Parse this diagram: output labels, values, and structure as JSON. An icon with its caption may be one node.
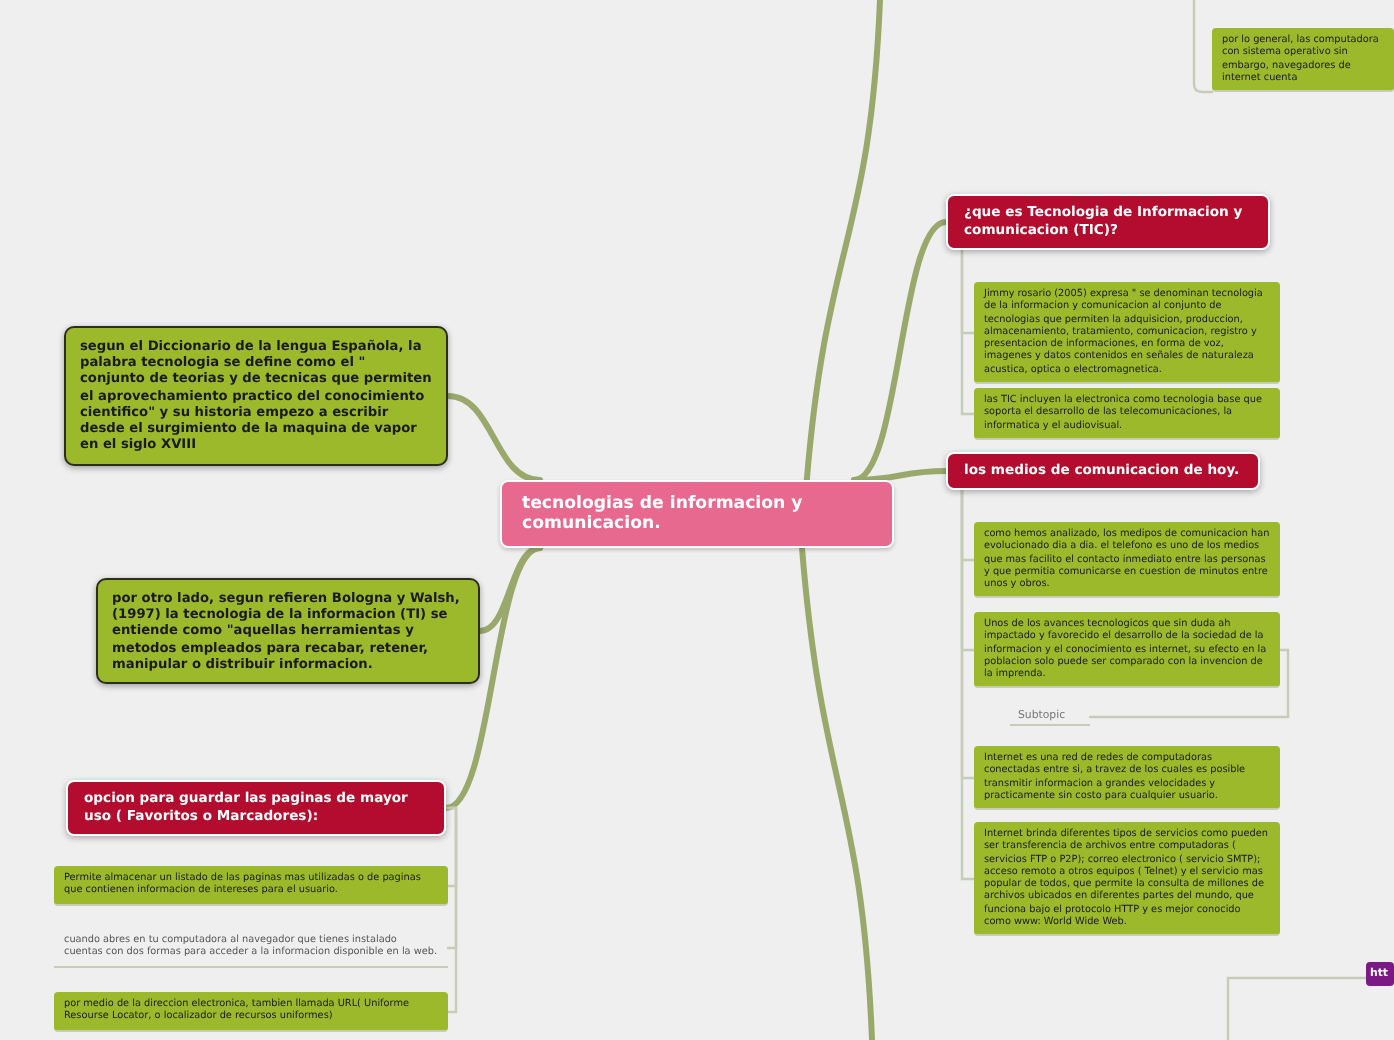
{
  "diagram": {
    "nodes": [
      {
        "text": [
          "tecnologias de informacion y comunicacion."
        ]
      },
      {
        "text": [
          "segun el Diccionario de la lengua Española, la palabra tecnologia se define como el \" conjunto de teorias y de tecnicas que permiten el aprovechamiento practico del conocimiento cientifico\" y su historia empezo a escribir desde el surgimiento de la maquina de vapor en el siglo XVIII"
        ]
      },
      {
        "text": [
          "por otro lado, segun refieren Bologna y Walsh, (1997) la tecnologia de la informacion (TI) se entiende como \"aquellas  herramientas y metodos empleados para recabar, retener, manipular o distribuir informacion."
        ]
      },
      {
        "text": [
          "opcion para guardar las paginas  de mayor uso ( Favoritos o Marcadores):"
        ]
      },
      {
        "text": [
          "Permite almacenar un listado de las paginas mas utilizadas o de paginas que contienen informacion de intereses para el usuario."
        ]
      },
      {
        "text": [
          "cuando abres en tu computadora  al navegador que tienes instalado cuentas con dos formas para acceder a la informacion disponible en la web."
        ]
      },
      {
        "text": [
          "por medio de la direccion electronica, tambien llamada URL( Uniforme Resourse Locator, o localizador de recursos uniformes)"
        ]
      },
      {
        "text": [
          "por lo general, las computadora con sistema operativo sin embargo, navegadores de internet cuenta"
        ]
      },
      {
        "text": [
          "¿que es Tecnologia de Informacion y comunicacion (TIC)?"
        ]
      },
      {
        "text": [
          "Jimmy rosario (2005) expresa \" se denominan tecnologia de la informacion y comunicacion al conjunto de tecnologias que permiten la adquisicion, produccion, almacenamiento, tratamiento, comunicacion, registro y presentacion de informaciones, en forma de voz, imagenes y datos contenidos en señales de naturaleza acustica, optica o electromagnetica."
        ]
      },
      {
        "text": [
          "las TIC incluyen la electronica como tecnologia base que soporta el desarrollo de las telecomunicaciones, la informatica y el audiovisual."
        ]
      },
      {
        "text": [
          "los medios de comunicacion de hoy."
        ]
      },
      {
        "text": [
          "como hemos  analizado, los medipos de comunicacion han evolucionado dia a dia. el telefono es uno de los medios que mas facilito el contacto inmediato entre las personas y que permitia comunicarse en cuestion de minutos entre unos y obros."
        ]
      },
      {
        "text": [
          "Unos de los avances tecnologicos que sin duda ah impactado y favorecido el desarrollo de la sociedad de la informacion y el conocimiento es internet, su efecto en la poblacion solo puede ser comparado con la invencion de la imprenda."
        ]
      },
      {
        "text": [
          "Subtopic"
        ]
      },
      {
        "text": [
          "Internet  es una red de redes de computadoras conectadas entre si, a travez de los cuales es posible transmitir informacion a grandes velocidades y practicamente sin costo para cualquier usuario."
        ]
      },
      {
        "text": [
          "Internet  brinda  diferentes tipos de servicios como pueden ser transferencia de archivos entre computadoras ( servicios FTP o P2P); correo electronico ( servicio SMTP); acceso remoto a otros equipos ( Telnet) y el servicio mas popular de todos, que permite la consulta de millones de archivos ubicados en diferentes partes del mundo, que funciona bajo el protocolo HTTP y es mejor conocido como www: World Wide Web."
        ]
      },
      {
        "text": [
          "htt"
        ]
      }
    ],
    "edges": [
      {
        "from": 0,
        "to": 1,
        "arrow": "none",
        "style": "thick",
        "color": "#9aa86c"
      },
      {
        "from": 0,
        "to": 2,
        "arrow": "none",
        "style": "thick",
        "color": "#9aa86c"
      },
      {
        "from": 0,
        "to": 3,
        "arrow": "none",
        "style": "thick",
        "color": "#9aa86c"
      },
      {
        "from": 0,
        "to": null,
        "arrow": "none",
        "style": "thick",
        "color": "#9aa86c"
      },
      {
        "from": 0,
        "to": 8,
        "arrow": "none",
        "style": "thick",
        "color": "#9aa86c"
      },
      {
        "from": 0,
        "to": 11,
        "arrow": "none",
        "style": "thick",
        "color": "#9aa86c"
      },
      {
        "from": 0,
        "to": null,
        "arrow": "none",
        "style": "thick",
        "color": "#9aa86c"
      },
      {
        "from": 3,
        "to": 4,
        "arrow": "none"
      },
      {
        "from": 3,
        "to": 5,
        "arrow": "none"
      },
      {
        "from": 3,
        "to": 6,
        "arrow": "none"
      },
      {
        "from": null,
        "to": 7,
        "arrow": "none"
      },
      {
        "from": 8,
        "to": 9,
        "arrow": "none"
      },
      {
        "from": 8,
        "to": 10,
        "arrow": "none"
      },
      {
        "from": 11,
        "to": 12,
        "arrow": "none"
      },
      {
        "from": 11,
        "to": 13,
        "arrow": "none"
      },
      {
        "from": 13,
        "to": 14,
        "arrow": "none"
      },
      {
        "from": 11,
        "to": 15,
        "arrow": "none"
      },
      {
        "from": 11,
        "to": 16,
        "arrow": "none"
      },
      {
        "from": 17,
        "to": null,
        "arrow": "none"
      }
    ]
  }
}
